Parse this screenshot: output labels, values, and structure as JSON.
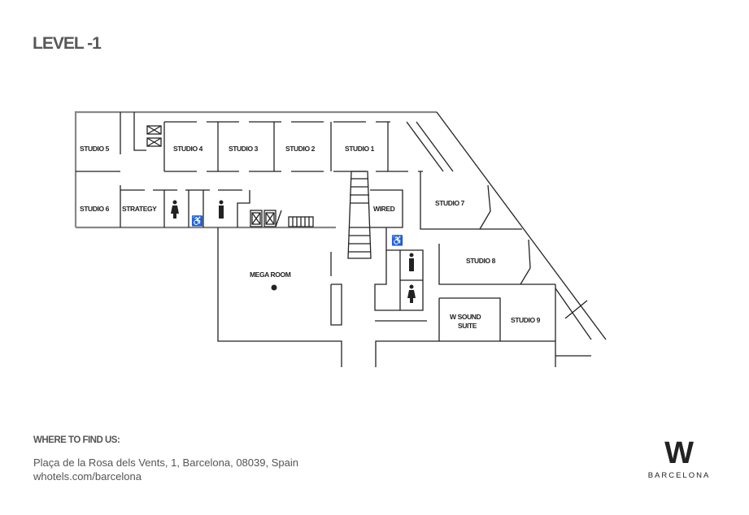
{
  "title": "LEVEL -1",
  "rooms": {
    "studio5": "STUDIO 5",
    "studio4": "STUDIO 4",
    "studio3": "STUDIO 3",
    "studio2": "STUDIO 2",
    "studio1": "STUDIO 1",
    "studio6": "STUDIO 6",
    "strategy": "STRATEGY",
    "wired": "WIRED",
    "studio7": "STUDIO 7",
    "studio8": "STUDIO 8",
    "mega_room": "MEGA ROOM",
    "w_sound_1": "W SOUND",
    "w_sound_2": "SUITE",
    "studio9": "STUDIO 9"
  },
  "footer": {
    "heading": "WHERE TO FIND US:",
    "address": "Plaça de la Rosa dels Vents, 1, Barcelona, 08039, Spain",
    "website": "whotels.com/barcelona"
  },
  "logo": {
    "mark": "W",
    "city": "BARCELONA"
  }
}
